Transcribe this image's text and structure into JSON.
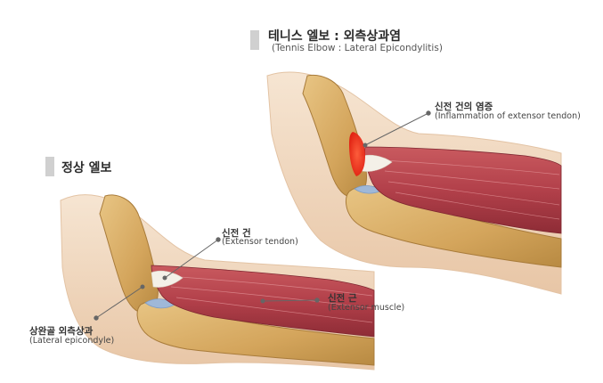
{
  "tennis_elbow": {
    "title_ko": "테니스 엘보 : 외측상과염",
    "title_en": "(Tennis Elbow : Lateral Epicondylitis)",
    "label_inflammation_ko": "신전 건의 염증",
    "label_inflammation_en": "(Inflammation of extensor tendon)"
  },
  "normal_elbow": {
    "title_ko": "정상 엘보",
    "label_tendon_ko": "신전 건",
    "label_tendon_en": "(Extensor tendon)",
    "label_muscle_ko": "신전 근",
    "label_muscle_en": "(Extensor muscle)",
    "label_epicondyle_ko": "상완골 외측상과",
    "label_epicondyle_en": "(Lateral epicondyle)"
  },
  "colors": {
    "skin": "#f2dcc6",
    "bone": "#d9b06a",
    "muscle": "#b8434a",
    "tendon": "#f0eee8",
    "inflammation": "#ff2a1a",
    "cartilage": "#9fb8d8",
    "leader_line": "#666666"
  }
}
